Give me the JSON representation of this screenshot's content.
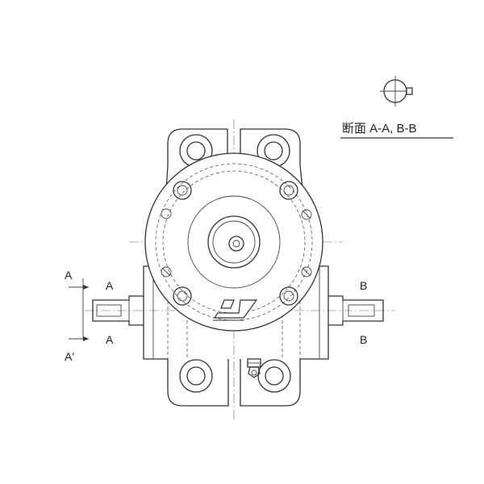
{
  "section_title": "断面 A-A, B-B",
  "labels": {
    "a_top_outer": "A",
    "a_top_inner": "A",
    "a_bottom_inner": "A",
    "a_prime": "A'",
    "b_top": "B",
    "b_bottom": "B"
  },
  "colors": {
    "line": "#333333",
    "background": "#ffffff"
  },
  "icons": {
    "section_symbol": "keyed-shaft-section-icon"
  }
}
